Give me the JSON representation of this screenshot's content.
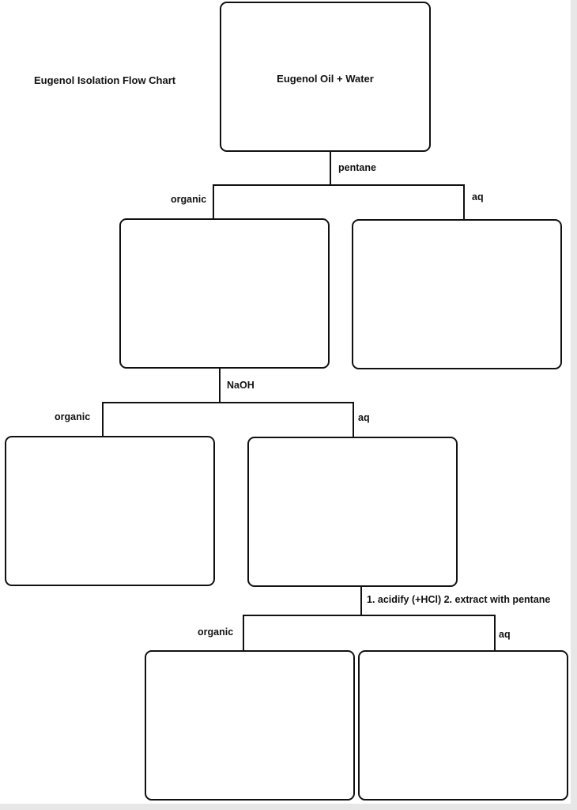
{
  "title": "Eugenol Isolation Flow Chart",
  "start_box": "Eugenol Oil + Water",
  "steps": [
    {
      "reagent": "pentane",
      "left_branch": "organic",
      "right_branch": "aq"
    },
    {
      "reagent": "NaOH",
      "left_branch": "organic",
      "right_branch": "aq"
    },
    {
      "reagent": "1. acidify (+HCl) 2. extract with pentane",
      "left_branch": "organic",
      "right_branch": "aq"
    }
  ]
}
